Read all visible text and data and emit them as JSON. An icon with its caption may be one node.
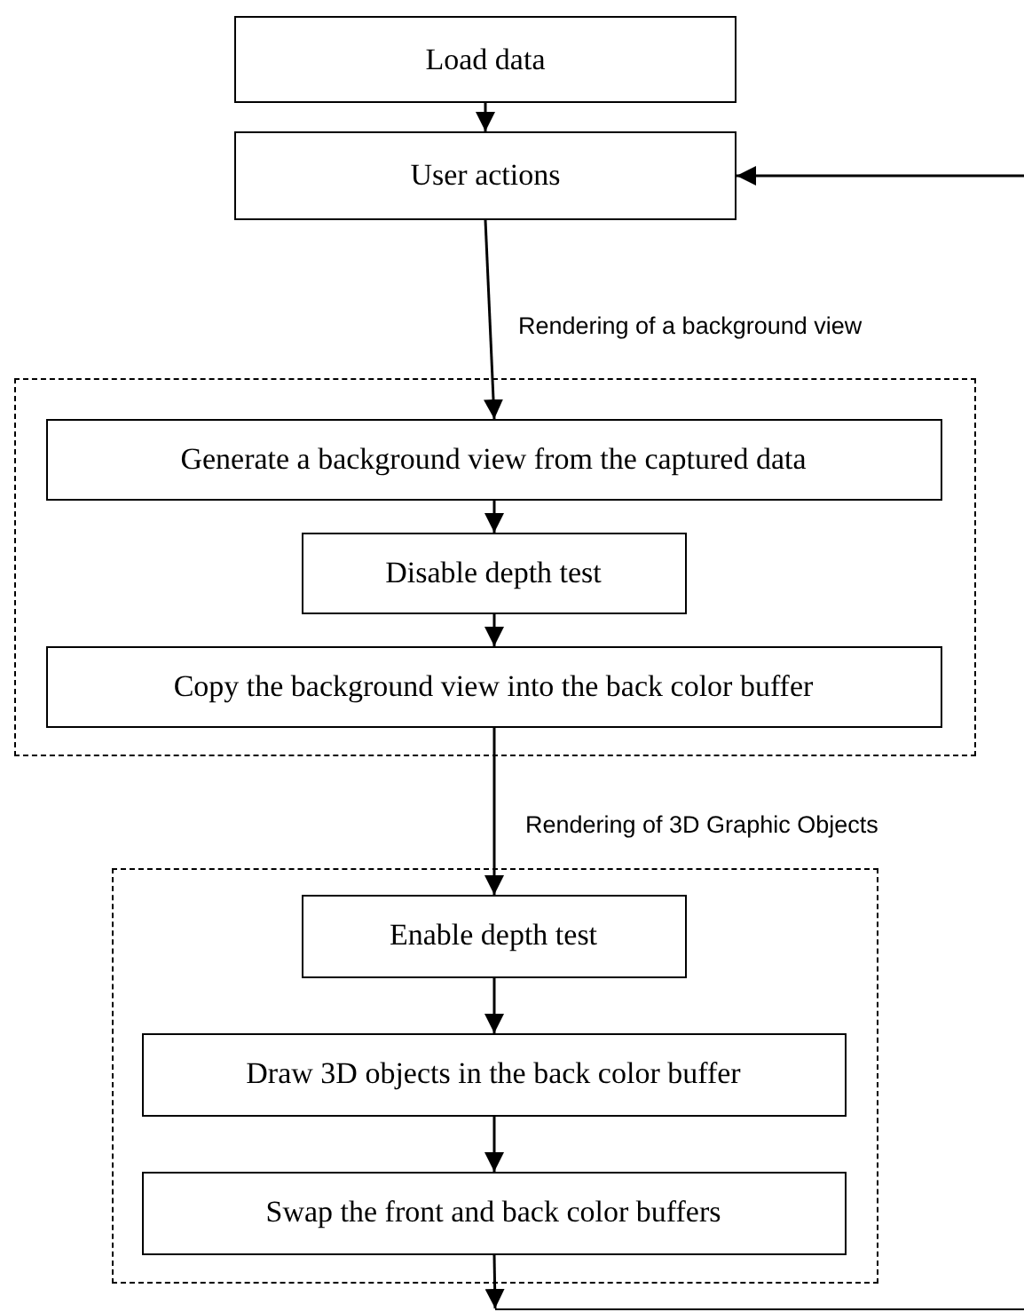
{
  "diagram": {
    "nodes": [
      {
        "text": [
          "Load data"
        ]
      },
      {
        "text": [
          "User actions"
        ]
      },
      {
        "text": [],
        "shape": "box"
      },
      {
        "text": [
          "Generate a background view from the captured data"
        ],
        "in": 2
      },
      {
        "text": [
          "Disable depth test"
        ],
        "in": 2
      },
      {
        "text": [
          "Copy the background view into the back color buffer"
        ],
        "in": 2
      },
      {
        "text": [],
        "shape": "box"
      },
      {
        "text": [
          "Enable depth test"
        ],
        "in": 6
      },
      {
        "text": [
          "Draw 3D objects in the back color buffer"
        ],
        "in": 6
      },
      {
        "text": [
          "Swap the front and back color buffers"
        ],
        "in": 6
      }
    ],
    "edges": [
      {
        "from": 0,
        "to": 1,
        "arrow": "to"
      },
      {
        "from": null,
        "to": 1,
        "arrow": "to"
      },
      {
        "from": 1,
        "to": 3,
        "arrow": "to",
        "label": "Rendering of a background view"
      },
      {
        "from": 3,
        "to": 4,
        "arrow": "to"
      },
      {
        "from": 4,
        "to": 5,
        "arrow": "to"
      },
      {
        "from": 5,
        "to": 7,
        "arrow": "to",
        "label": "Rendering of 3D Graphic Objects"
      },
      {
        "from": 7,
        "to": 8,
        "arrow": "to"
      },
      {
        "from": 8,
        "to": 9,
        "arrow": "to"
      },
      {
        "from": 9,
        "to": null,
        "arrow": "to"
      }
    ]
  }
}
